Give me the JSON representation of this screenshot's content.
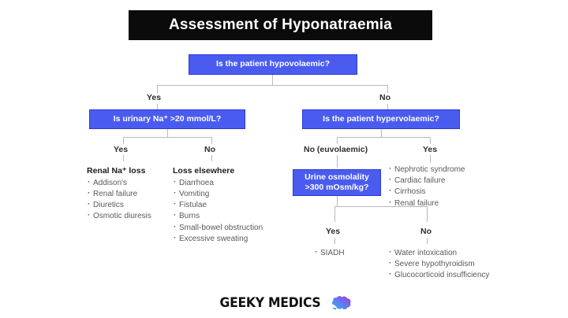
{
  "title": "Assessment of Hyponatraemia",
  "nodes": {
    "root": "Is the patient hypovolaemic?",
    "urinary_na": "Is urinary Na⁺ >20 mmol/L?",
    "hypervolaemic": "Is the patient hypervolaemic?",
    "urine_osmolality_line1": "Urine osmolality",
    "urine_osmolality_line2": ">300 mOsm/kg?"
  },
  "labels": {
    "root_yes": "Yes",
    "root_no": "No",
    "urinary_yes": "Yes",
    "urinary_no": "No",
    "hyper_no": "No (euvolaemic)",
    "hyper_yes": "Yes",
    "osmo_yes": "Yes",
    "osmo_no": "No"
  },
  "lists": {
    "renal_na_loss": {
      "heading": "Renal Na⁺ loss",
      "items": [
        "Addison's",
        "Renal failure",
        "Diuretics",
        "Osmotic diuresis"
      ]
    },
    "loss_elsewhere": {
      "heading": "Loss elsewhere",
      "items": [
        "Diarrhoea",
        "Vomiting",
        "Fistulae",
        "Burns",
        "Small-bowel obstruction",
        "Excessive sweating"
      ]
    },
    "hypervolaemic_causes": {
      "items": [
        "Nephrotic syndrome",
        "Cardiac failure",
        "Cirrhosis",
        "Renal failure"
      ]
    },
    "osmo_yes_causes": {
      "items": [
        "SIADH"
      ]
    },
    "osmo_no_causes": {
      "items": [
        "Water intoxication",
        "Severe hypothyroidism",
        "Glucocorticoid insufficiency"
      ]
    }
  },
  "brand": {
    "name": "GEEKY MEDICS",
    "logo": "brain-icon"
  },
  "colors": {
    "box_fill": "#4a5cf0",
    "box_border": "#2a3ad6",
    "title_bg": "#0b0b0b",
    "connector": "#b9b9b9",
    "body_text": "#5a5a5a",
    "heading_text": "#1d1d1d",
    "brand_gradient_start": "#3aa0f5",
    "brand_gradient_end": "#9b3fe0"
  }
}
